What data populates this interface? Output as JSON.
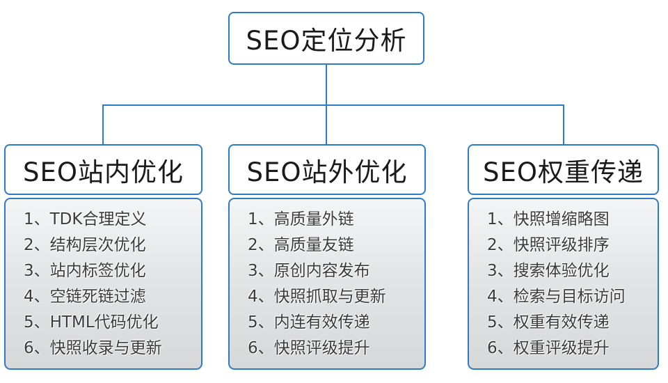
{
  "page": {
    "background": "#ffffff",
    "accent_color": "#2b7cc4",
    "list_gradient_top": "#f4f5f7",
    "list_gradient_bottom": "#d7d8da"
  },
  "root": {
    "title": "SEO定位分析"
  },
  "columns": [
    {
      "title": "SEO站内优化",
      "items": [
        "1、TDK合理定义",
        "2、结构层次优化",
        "3、站内标签优化",
        "4、空链死链过滤",
        "5、HTML代码优化",
        "6、快照收录与更新"
      ]
    },
    {
      "title": "SEO站外优化",
      "items": [
        "1、高质量外链",
        "2、高质量友链",
        "3、原创内容发布",
        "4、快照抓取与更新",
        "5、内连有效传递",
        "6、快照评级提升"
      ]
    },
    {
      "title": "SEO权重传递",
      "items": [
        "1、快照增缩略图",
        "2、快照评级排序",
        "3、搜索体验优化",
        "4、检索与目标访问",
        "5、权重有效传递",
        "6、权重评级提升"
      ]
    }
  ]
}
